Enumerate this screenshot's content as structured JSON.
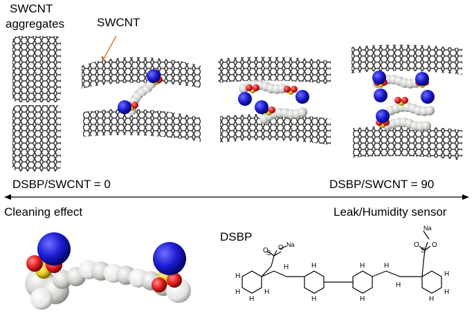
{
  "labels": {
    "aggregates_line1": "SWCNT",
    "aggregates_line2": "aggregates",
    "swcnt_pointer": "SWCNT",
    "ratio_left": "DSBP/SWCNT = 0",
    "ratio_right": "DSBP/SWCNT = 90",
    "effect_left": "Cleaning effect",
    "effect_right": "Leak/Humidity sensor",
    "molecule_name": "DSBP"
  },
  "structure": {
    "na_left": "Na",
    "na_right": "Na",
    "oxygen": "O",
    "sulfur": "S",
    "hydrogen": "H"
  },
  "colors": {
    "nanotube": "#3a3a3a",
    "dsbp_carbon": "#c9ccc6",
    "sulfur": "#e0c51a",
    "oxygen": "#e02020",
    "sodium": "#1414c8",
    "arrow": "#000000"
  }
}
